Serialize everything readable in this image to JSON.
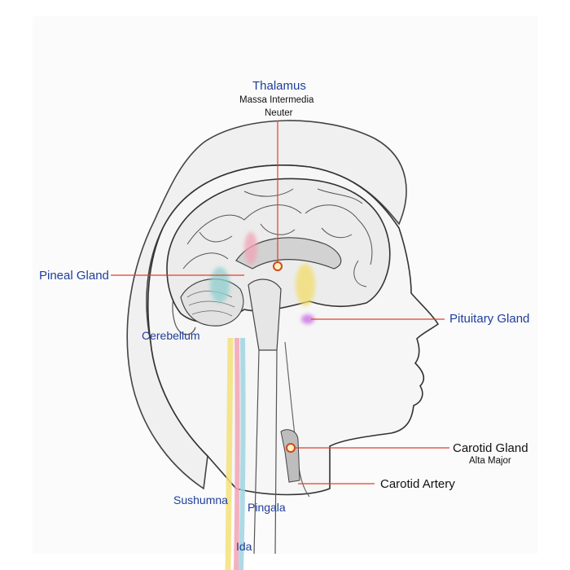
{
  "labels": {
    "thalamus": "Thalamus",
    "thalamus_sub1": "Massa Intermedia",
    "thalamus_sub2": "Neuter",
    "pineal": "Pineal Gland",
    "cerebellum": "Cerebellum",
    "pituitary": "Pituitary Gland",
    "carotid_gland": "Carotid Gland",
    "carotid_gland_sub": "Alta Major",
    "carotid_artery": "Carotid Artery",
    "sushumna": "Sushumna",
    "pingala": "Pingala",
    "ida": "Ida"
  },
  "colors": {
    "label_blue": "#1f3e9a",
    "leader_red": "#e0412b",
    "sushumna": "#f3e27a",
    "pingala": "#f2a3b5",
    "ida": "#9fd4e0",
    "marker_ring": "#d04a18"
  }
}
